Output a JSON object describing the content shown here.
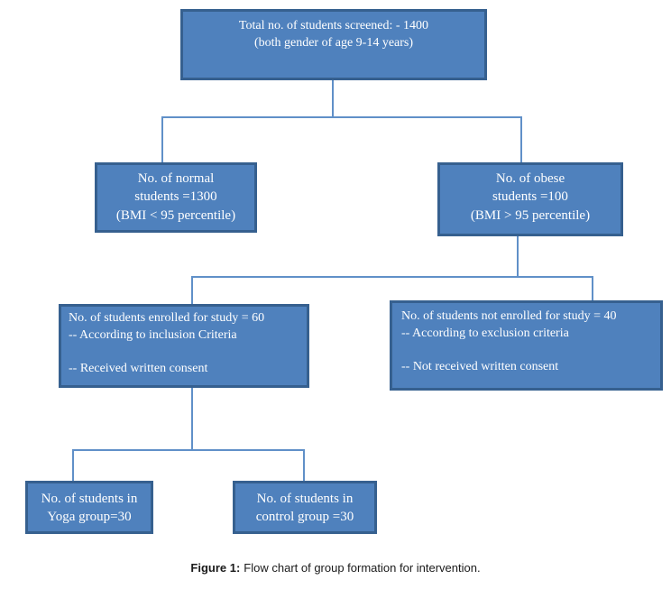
{
  "colors": {
    "box_fill": "#4f81bd",
    "box_border": "#36608f",
    "connector": "#6090c8",
    "box_text": "#ffffff",
    "caption_text": "#1a1a1a"
  },
  "diagram": {
    "type": "flowchart",
    "screened": {
      "line1": "Total no. of students screened: - 1400",
      "line2": "(both gender of age 9-14 years)"
    },
    "normal": {
      "line1": "No. of normal",
      "line2": "students =1300",
      "line3": "(BMI < 95 percentile)"
    },
    "obese": {
      "line1": "No. of obese",
      "line2": "students =100",
      "line3": "(BMI > 95 percentile)"
    },
    "enrolled": {
      "line1": "No. of students enrolled for study = 60",
      "line2": "-- According to inclusion Criteria",
      "line3": "",
      "line4": "-- Received written consent"
    },
    "not_enrolled": {
      "line1": "No. of students not enrolled for study = 40",
      "line2": "-- According to exclusion criteria",
      "line3": "",
      "line4": "-- Not received written consent"
    },
    "yoga": {
      "line1": "No. of students in",
      "line2": "Yoga group=30"
    },
    "control": {
      "line1": "No. of students in",
      "line2": "control group =30"
    }
  },
  "caption": {
    "label": "Figure 1:",
    "text": "Flow chart of group formation for intervention."
  }
}
